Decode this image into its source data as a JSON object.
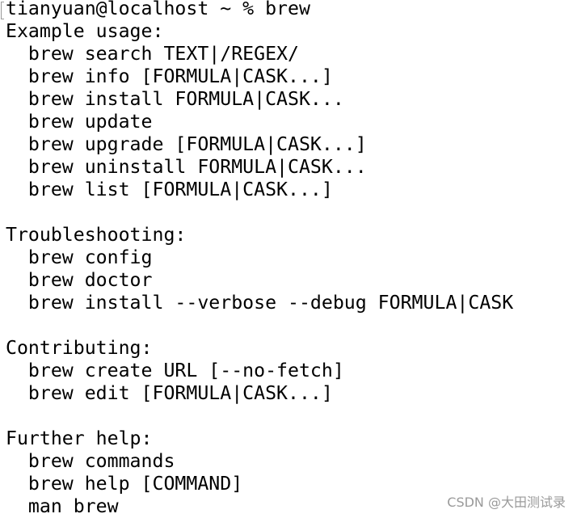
{
  "terminal": {
    "lines": [
      "tianyuan@localhost ~ % brew",
      "Example usage:",
      "  brew search TEXT|/REGEX/",
      "  brew info [FORMULA|CASK...]",
      "  brew install FORMULA|CASK...",
      "  brew update",
      "  brew upgrade [FORMULA|CASK...]",
      "  brew uninstall FORMULA|CASK...",
      "  brew list [FORMULA|CASK...]",
      "",
      "Troubleshooting:",
      "  brew config",
      "  brew doctor",
      "  brew install --verbose --debug FORMULA|CASK",
      "",
      "Contributing:",
      "  brew create URL [--no-fetch]",
      "  brew edit [FORMULA|CASK...]",
      "",
      "Further help:",
      "  brew commands",
      "  brew help [COMMAND]",
      "  man brew"
    ]
  },
  "watermark": "CSDN @大田测试录"
}
